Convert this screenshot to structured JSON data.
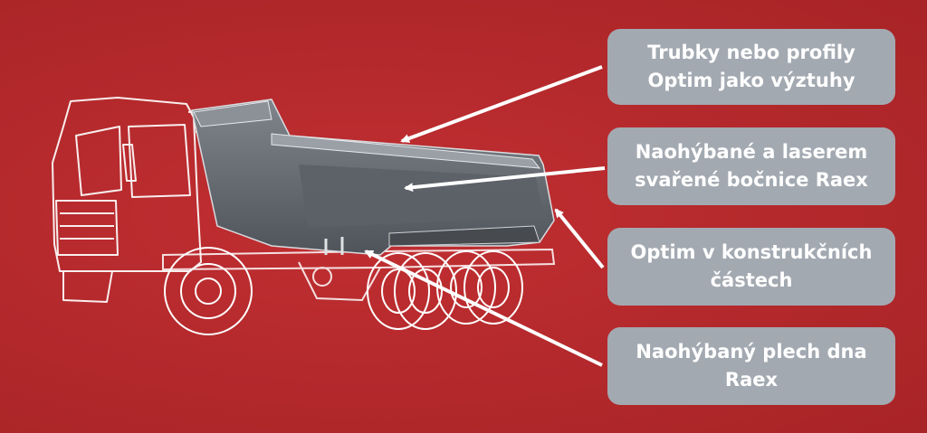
{
  "callouts": [
    {
      "line1": "Trubky nebo profily",
      "line2": "Optim jako výztuhy"
    },
    {
      "line1": "Naohýbané a laserem",
      "line2": "svařené bočnice Raex"
    },
    {
      "line1": "Optim v konstrukčních",
      "line2": "částech"
    },
    {
      "line1": "Naohýbaný plech dna",
      "line2": "Raex"
    }
  ],
  "colors": {
    "background": "#b5292c",
    "callout_fill": "#a3a9b1",
    "text": "#ffffff",
    "truck_outline": "#ffffff",
    "dump_body": "#6b7076"
  },
  "icons": [
    "truck-outline-illustration",
    "dump-body-illustration",
    "arrow-icon"
  ]
}
